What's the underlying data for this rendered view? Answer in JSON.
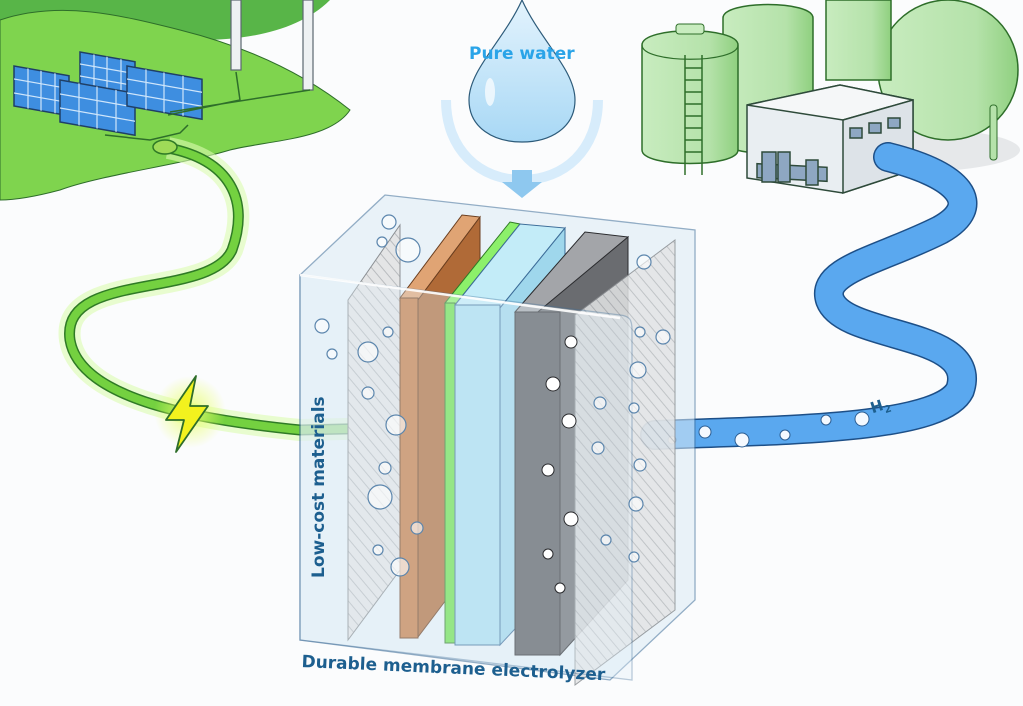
{
  "diagram": {
    "title": "Green hydrogen production via durable membrane electrolyzer",
    "labels": {
      "water_input": "Pure water",
      "materials": "Low-cost materials",
      "device": "Durable membrane electrolyzer",
      "product_main": "H",
      "product_sub": "2"
    },
    "components": [
      {
        "id": "renewable-source",
        "description": "Solar panels and wind turbines on green hills"
      },
      {
        "id": "power-cable",
        "description": "Green electric cable with lightning bolt"
      },
      {
        "id": "water-drop",
        "description": "Water droplet with downward arrow"
      },
      {
        "id": "electrolyzer-cell",
        "description": "Transparent cell with layered plates"
      },
      {
        "id": "hydrogen-pipe",
        "description": "Blue pipe carrying H2 bubbles"
      },
      {
        "id": "storage-facility",
        "description": "Green storage tanks and building"
      }
    ],
    "layers": [
      {
        "name": "porous-transport-layer-left",
        "color": "#d9d9d9"
      },
      {
        "name": "anode-electrode",
        "color": "#c57a43"
      },
      {
        "name": "catalyst-layer",
        "color": "#6be24a"
      },
      {
        "name": "membrane",
        "color": "#a9def1"
      },
      {
        "name": "cathode-electrode",
        "color": "#56585d"
      },
      {
        "name": "porous-transport-layer-right",
        "color": "#d9d9d9"
      }
    ],
    "colors": {
      "hill": "#7fd44e",
      "cable": "#67c53a",
      "pipe": "#5aa8ef",
      "tank": "#b7e3ad",
      "label_blue": "#1d5f8f",
      "water_blue": "#2aa4e8"
    }
  }
}
